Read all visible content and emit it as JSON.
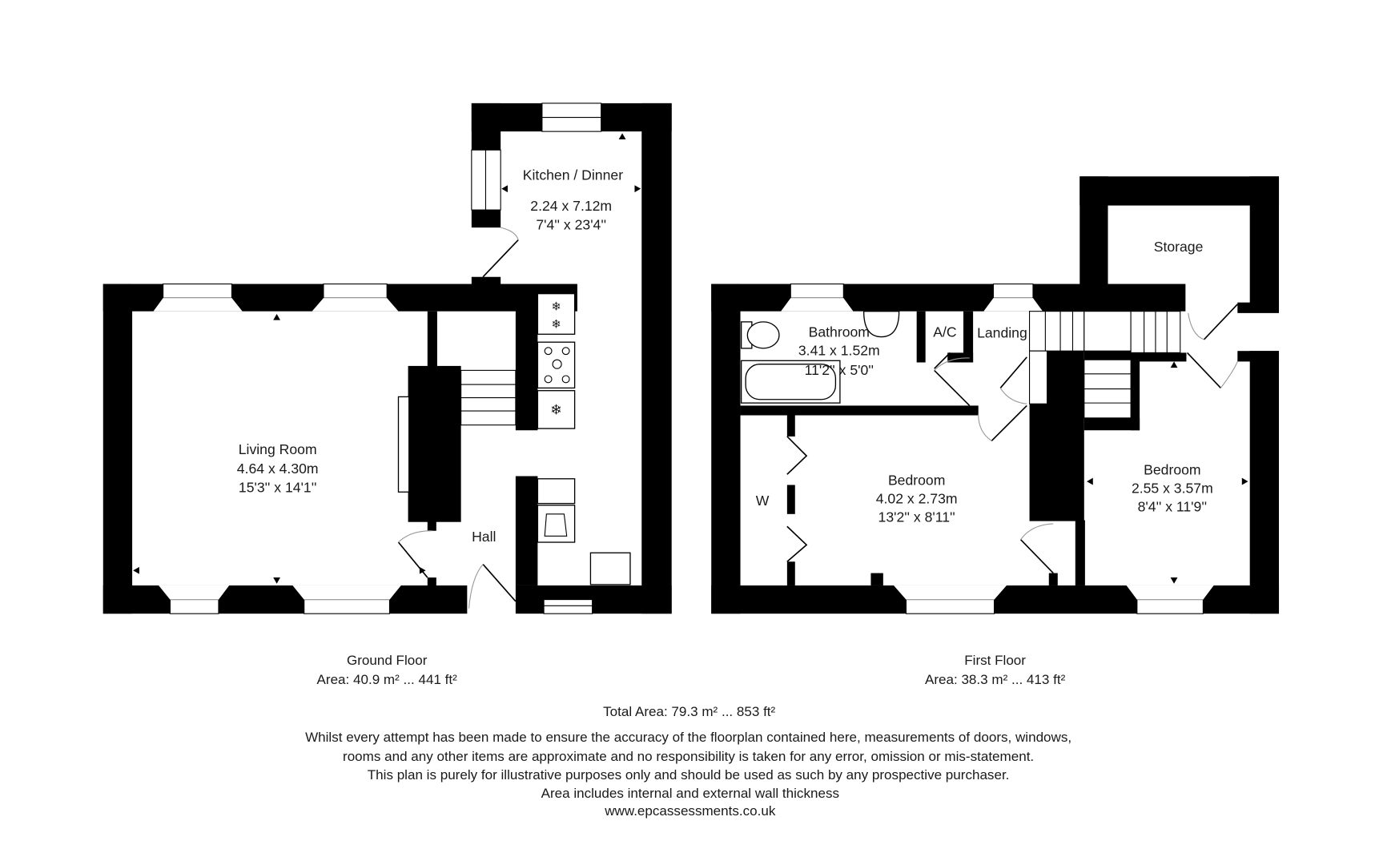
{
  "ground_floor": {
    "title": "Ground Floor",
    "area": "Area: 40.9 m² ... 441 ft²",
    "rooms": [
      {
        "name": "Kitchen / Dinner",
        "metric": "2.24 x 7.12m",
        "imperial": "7'4'' x 23'4''"
      },
      {
        "name": "Living Room",
        "metric": "4.64 x 4.30m",
        "imperial": "15'3'' x 14'1''"
      },
      {
        "name": "Hall"
      }
    ]
  },
  "first_floor": {
    "title": "First Floor",
    "area": "Area: 38.3 m² ... 413 ft²",
    "rooms": [
      {
        "name": "Bathroom",
        "metric": "3.41 x 1.52m",
        "imperial": "11'2'' x 5'0''"
      },
      {
        "name": "A/C"
      },
      {
        "name": "Landing"
      },
      {
        "name": "Storage"
      },
      {
        "name": "Bedroom",
        "metric": "4.02 x 2.73m",
        "imperial": "13'2'' x 8'11''"
      },
      {
        "name": "Bedroom",
        "metric": "2.55 x 3.57m",
        "imperial": "8'4'' x 11'9''"
      },
      {
        "name": "W"
      }
    ]
  },
  "footer": {
    "total_area": "Total Area: 79.3 m² ... 853 ft²",
    "disclaimer": [
      "Whilst every attempt has been made to ensure the accuracy of the floorplan contained here, measurements of doors, windows,",
      "rooms and any other items are approximate and no responsibility is taken for any error, omission or mis-statement.",
      "This plan is purely for illustrative purposes only and should be used as such by any prospective purchaser.",
      "Area includes internal and external wall thickness"
    ],
    "website": "www.epcassessments.co.uk"
  },
  "colors": {
    "wall": "#000000",
    "background": "#ffffff",
    "text": "#1a1a1a"
  }
}
